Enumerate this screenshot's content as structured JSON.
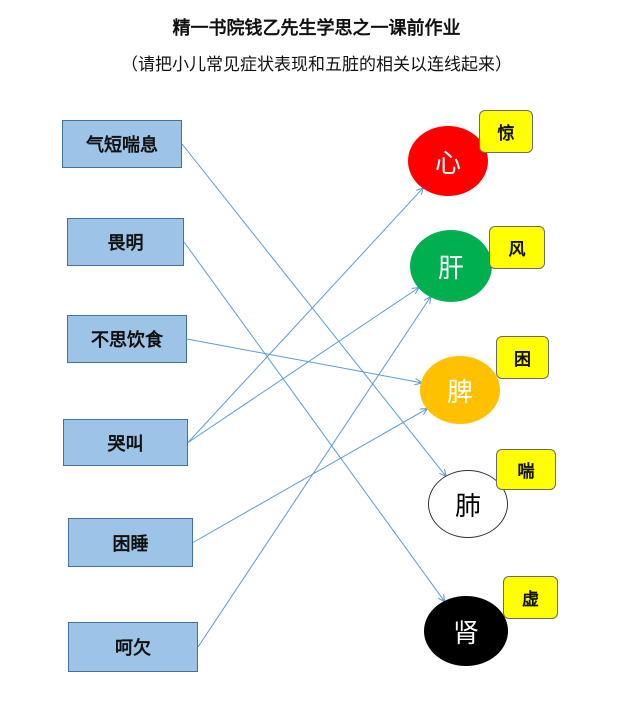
{
  "title": "精一书院钱乙先生学思之一课前作业",
  "subtitle": "（请把小儿常见症状表现和五脏的相关以连线起来）",
  "colors": {
    "symptom_fill": "#9dc3e6",
    "symptom_border": "#41719c",
    "link_line": "#5b9bd5",
    "tag_fill": "#ffff00"
  },
  "symptoms": [
    {
      "id": "s0",
      "label": "气短喘息"
    },
    {
      "id": "s1",
      "label": "畏明"
    },
    {
      "id": "s2",
      "label": "不思饮食"
    },
    {
      "id": "s3",
      "label": "哭叫"
    },
    {
      "id": "s4",
      "label": "困睡"
    },
    {
      "id": "s5",
      "label": "呵欠"
    }
  ],
  "organs": [
    {
      "id": "o0",
      "label": "心",
      "fill": "#ff0000",
      "text_color": "#ffffff",
      "tag": "惊"
    },
    {
      "id": "o1",
      "label": "肝",
      "fill": "#00b050",
      "text_color": "#ffffff",
      "tag": "风"
    },
    {
      "id": "o2",
      "label": "脾",
      "fill": "#ffc000",
      "text_color": "#ffffff",
      "tag": "困"
    },
    {
      "id": "o3",
      "label": "肺",
      "fill": "#ffffff",
      "text_color": "#000000",
      "tag": "喘"
    },
    {
      "id": "o4",
      "label": "肾",
      "fill": "#000000",
      "text_color": "#ffffff",
      "tag": "虚"
    }
  ],
  "links": [
    {
      "from": "s0",
      "to": "o3"
    },
    {
      "from": "s1",
      "to": "o4"
    },
    {
      "from": "s2",
      "to": "o2"
    },
    {
      "from": "s3",
      "to": "o0"
    },
    {
      "from": "s3",
      "to": "o1"
    },
    {
      "from": "s4",
      "to": "o2"
    },
    {
      "from": "s5",
      "to": "o1"
    }
  ]
}
